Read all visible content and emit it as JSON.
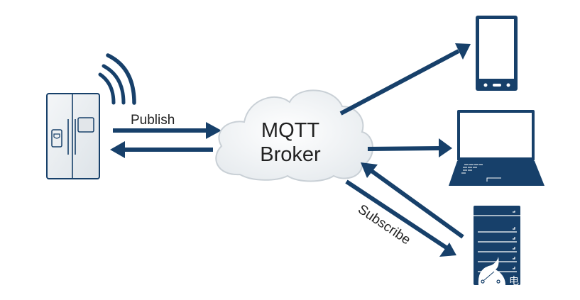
{
  "diagram": {
    "title": "MQTT publish/subscribe architecture",
    "broker": {
      "line1": "MQTT",
      "line2": "Broker",
      "icon": "cloud-icon"
    },
    "publisher": {
      "name": "refrigerator",
      "icon": "refrigerator-icon",
      "signal_icon": "wireless-signal-icon"
    },
    "subscribers": [
      {
        "name": "smartphone",
        "icon": "smartphone-icon"
      },
      {
        "name": "laptop",
        "icon": "laptop-icon"
      },
      {
        "name": "server",
        "icon": "server-rack-icon"
      }
    ],
    "labels": {
      "publish": "Publish",
      "subscribe": "Subscribe"
    },
    "watermark": {
      "icon": "watermark-logo-icon",
      "text": "电"
    },
    "colors": {
      "primary": "#17406a",
      "cloud_fill": "#eef1f4",
      "cloud_stroke": "#c9d0d6",
      "text": "#222222"
    }
  }
}
